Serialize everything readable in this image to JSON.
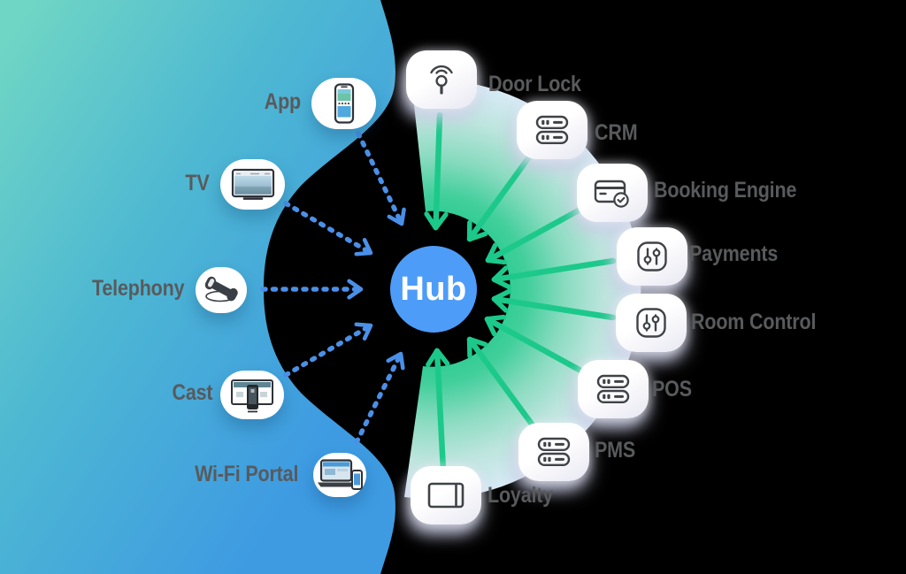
{
  "hub": {
    "label": "Hub"
  },
  "left_nodes": [
    {
      "label": "App",
      "icon": "smartphone-icon"
    },
    {
      "label": "TV",
      "icon": "tv-icon"
    },
    {
      "label": "Telephony",
      "icon": "telephone-handset-icon"
    },
    {
      "label": "Cast",
      "icon": "cast-screen-icon"
    },
    {
      "label": "Wi-Fi Portal",
      "icon": "laptop-and-phone-icon"
    }
  ],
  "right_nodes": [
    {
      "label": "Door Lock",
      "icon": "wireless-keyhole-icon"
    },
    {
      "label": "CRM",
      "icon": "server-stack-icon"
    },
    {
      "label": "Booking Engine",
      "icon": "credit-card-check-icon"
    },
    {
      "label": "Payments",
      "icon": "vertical-sliders-icon"
    },
    {
      "label": "Room Control",
      "icon": "vertical-sliders-icon"
    },
    {
      "label": "POS",
      "icon": "server-stack-icon"
    },
    {
      "label": "PMS",
      "icon": "server-stack-icon"
    },
    {
      "label": "Loyalty",
      "icon": "key-card-icon"
    }
  ],
  "colors": {
    "background": "#000000",
    "hub_fill": "#4D9CF8",
    "hub_text": "#FFFFFF",
    "left_arrows": "#4A90E8",
    "right_arrows": "#1CC98B",
    "label_text": "#595A5C",
    "left_panel_gradient": [
      "#6FD5C5",
      "#4EB8D2",
      "#3E9BE2"
    ],
    "right_fan_gradient": [
      "#1FC98B",
      "#8ADBC0",
      "#D8EAF6"
    ]
  }
}
